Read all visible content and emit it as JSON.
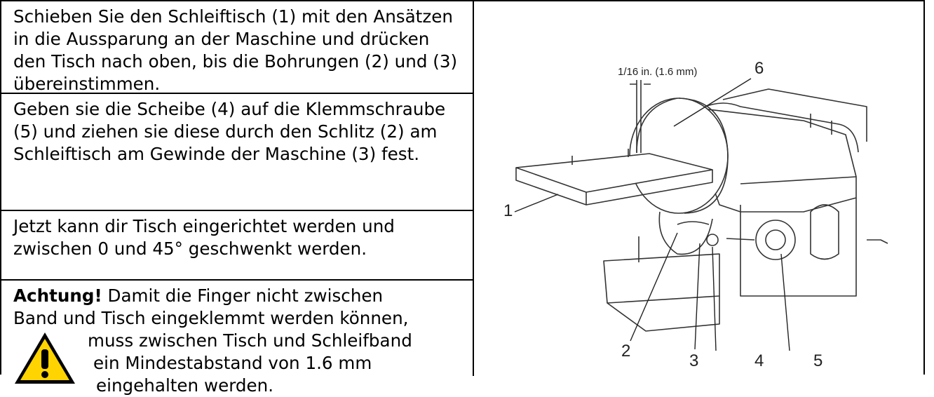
{
  "steps": [
    {
      "text": "Schieben Sie den Schleiftisch (1) mit den Ansätzen in die Aussparung an der Maschine und drücken den Tisch nach oben, bis die Bohrungen (2) und (3) übereinstimmen."
    },
    {
      "text": "Geben sie die Scheibe (4) auf die Klemmschraube (5) und ziehen sie diese durch den Schlitz (2) am Schleiftisch am Gewinde der Maschine (3) fest."
    },
    {
      "text": "Jetzt kann dir Tisch eingerichtet werden und zwischen 0 und 45° geschwenkt werden."
    }
  ],
  "warning": {
    "title": "Achtung!",
    "line1": " Damit die Finger nicht zwischen",
    "line2": "Band und Tisch eingeklemmt werden können,",
    "line3": "muss zwischen Tisch und Schleifband",
    "line4": "ein Mindestabstand von 1.6 mm",
    "line5": "eingehalten werden.",
    "icon": "warning-triangle-icon",
    "icon_color": "#ffd400"
  },
  "figure": {
    "dimension_label": "1/16 in. (1.6 mm)",
    "callouts": [
      "1",
      "2",
      "3",
      "4",
      "5",
      "6"
    ]
  }
}
